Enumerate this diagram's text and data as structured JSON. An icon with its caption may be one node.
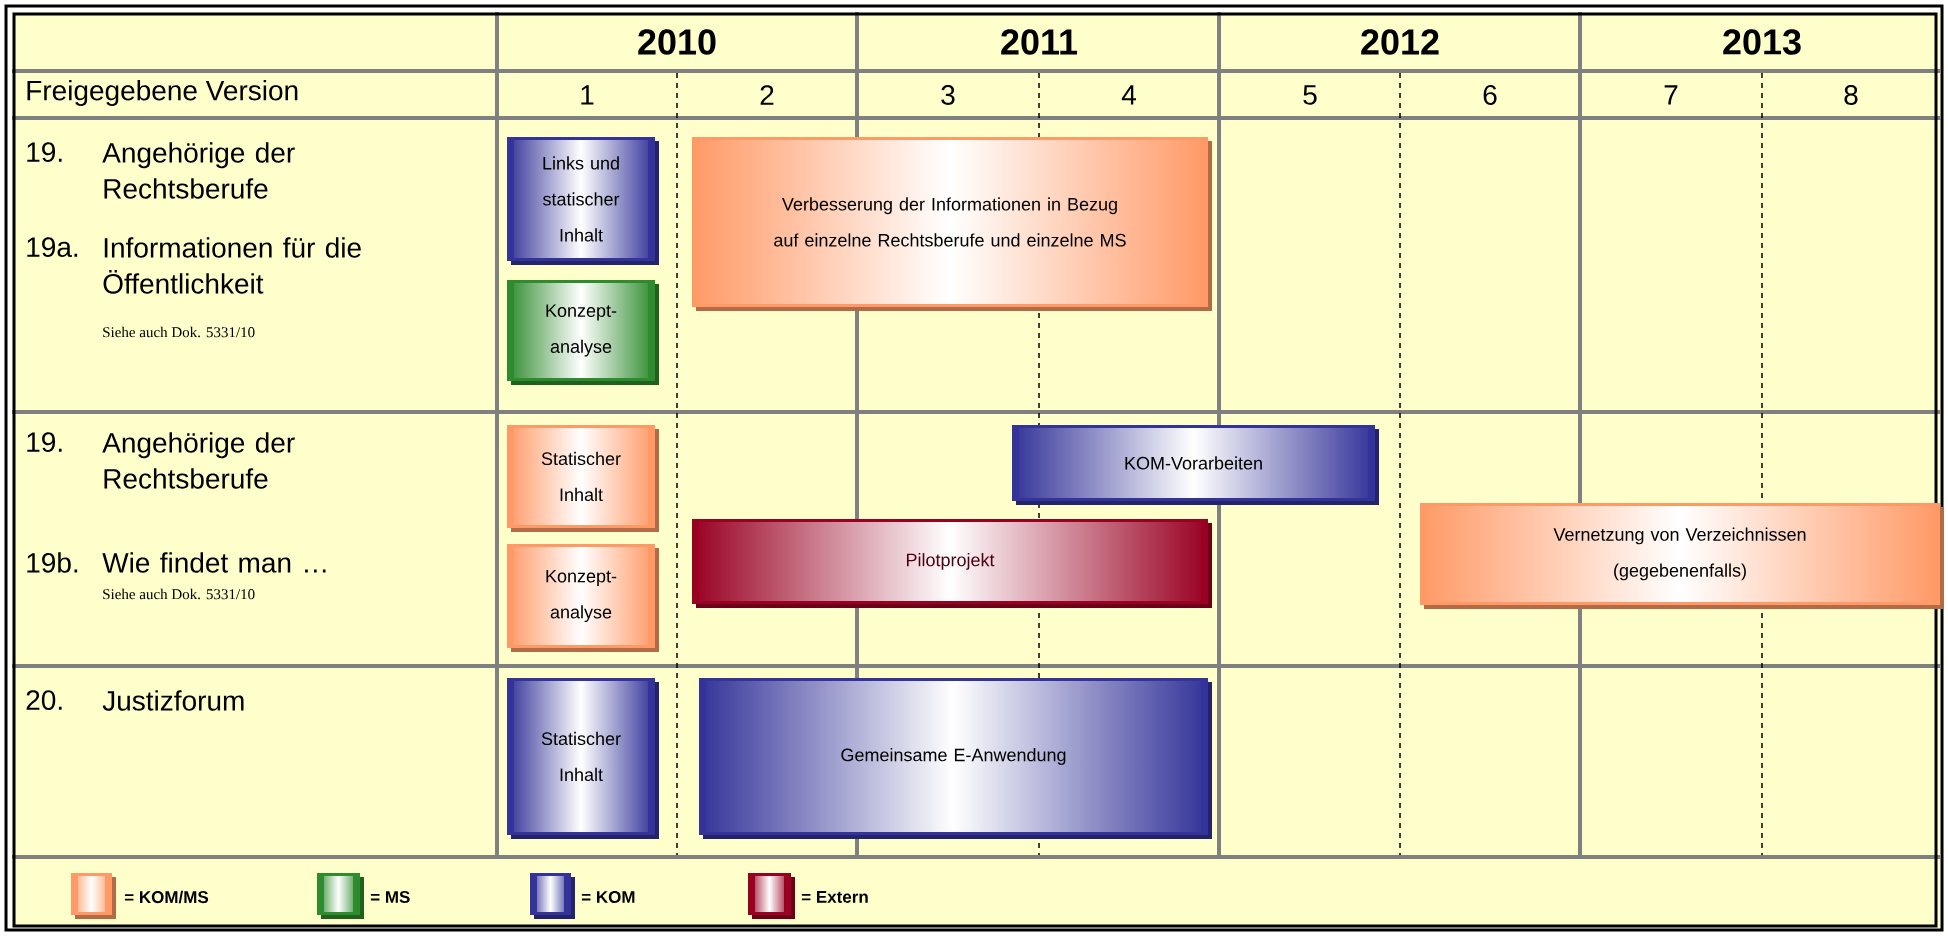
{
  "diagram": {
    "nodes": [
      {
        "text": [
          "Links und statischer Inhalt"
        ]
      },
      {
        "text": [
          "Konzept- analyse"
        ]
      },
      {
        "text": [
          "Verbesserung der Informationen in Bezug auf einzelne Rechtsberufe und einzelne MS"
        ]
      },
      {
        "text": [
          "Statischer Inhalt"
        ]
      },
      {
        "text": [
          "Konzept- analyse"
        ]
      },
      {
        "text": [
          "KOM-Vorarbeiten"
        ]
      },
      {
        "text": [
          "Pilotprojekt"
        ]
      },
      {
        "text": [
          "Vernetzung von Verzeichnissen (gegebenenfalls)"
        ]
      },
      {
        "text": [
          "Statischer Inhalt"
        ]
      },
      {
        "text": [
          "Gemeinsame E-Anwendung"
        ]
      }
    ],
    "labels": [
      "2010",
      "2011",
      "2012",
      "2013",
      "Freigegebene Version",
      "1",
      "2",
      "3",
      "4",
      "5",
      "6",
      "7",
      "8",
      "19.",
      "Angehörige der Rechtsberufe",
      "19a.",
      "Informationen für die Öffentlichkeit",
      "Siehe auch Dok. 5331/10",
      "19.",
      "Angehörige der Rechtsberufe",
      "19b.",
      "Wie findet man …",
      "Siehe auch Dok. 5331/10",
      "20.",
      "Justizforum"
    ],
    "legend": [
      {
        "text": "= KOM/MS",
        "color": "#ff9966"
      },
      {
        "text": "= MS",
        "color": "#2e8b2e"
      },
      {
        "text": "= KOM",
        "color": "#333399"
      },
      {
        "text": "= Extern",
        "color": "#990022"
      }
    ]
  }
}
